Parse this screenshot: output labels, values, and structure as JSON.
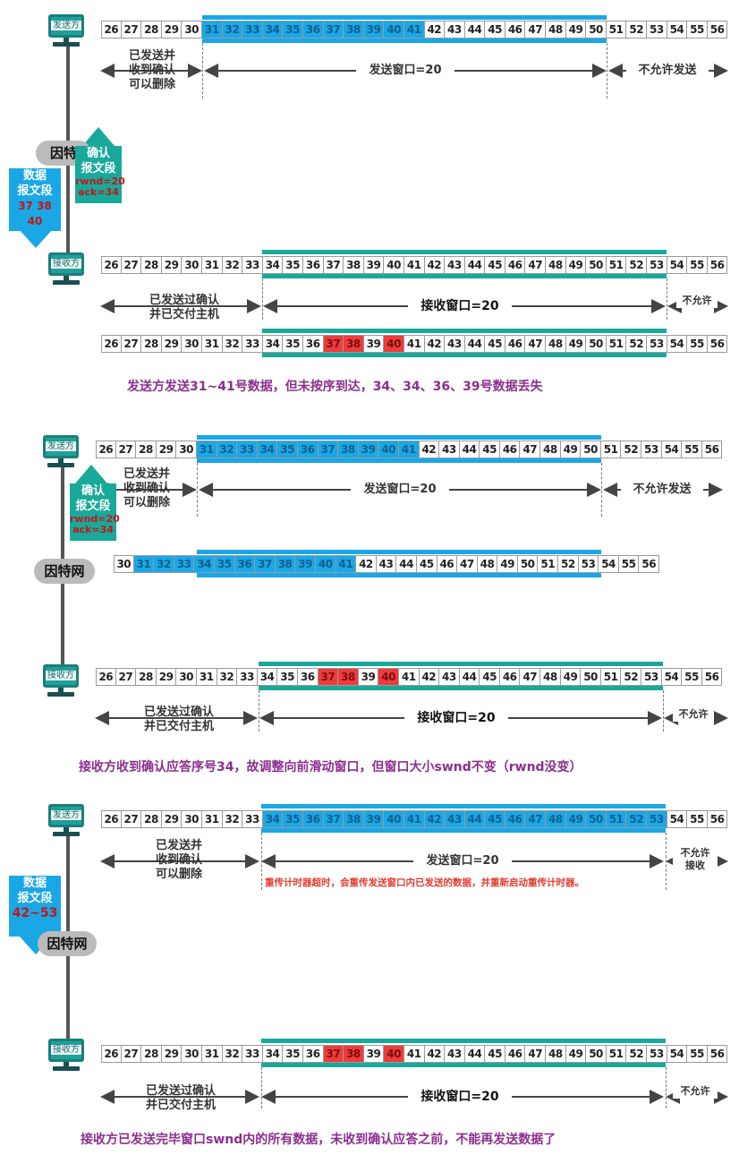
{
  "hosts": {
    "sender": "发送方",
    "receiver": "接收方"
  },
  "cloud": {
    "p1": "因特",
    "p2": "因特网",
    "p3": "因特网"
  },
  "packets": {
    "data_label": "数据\n报文段",
    "data_p1": "37 38 40",
    "data_p3": "42~53",
    "ack_label": "确认\n报文段",
    "ack_vals": "rwnd=20\nack=34"
  },
  "labels": {
    "sent_acked": "已发送并\n收到确认\n可以删除",
    "send_window": "发送窗口=20",
    "not_allowed_send": "不允许发送",
    "recv_delivered": "已发送过确认\n并已交付主机",
    "recv_window": "接收窗口=20",
    "not_allowed": "不允许",
    "not_allowed_recv": "不允许\n接收",
    "retransmit_note": "重传计时器超时，会重传发送窗口内已发送的数据，并重新启动重传计时器。"
  },
  "captions": {
    "c1": "发送方发送31~41号数据，但未按序到达，34、34、36、39号数据丢失",
    "c2": "接收方收到确认应答序号34，故调整向前滑动窗口，但窗口大小swnd不变（rwnd没变）",
    "c3": "接收方已发送完毕窗口swnd内的所有数据，未收到确认应答之前，不能再发送数据了"
  },
  "colors": {
    "blue": "#1aa7e6",
    "teal": "#19a99a",
    "red": "#ef3b3b",
    "caption": "#8b2f8f"
  },
  "strips": {
    "s1": {
      "start": 26,
      "end": 56,
      "blue": [
        31,
        41
      ],
      "red": []
    },
    "r1a": {
      "start": 26,
      "end": 56,
      "blue": [],
      "red": []
    },
    "r1b": {
      "start": 26,
      "end": 56,
      "blue": [],
      "red": [
        37,
        38,
        40
      ]
    },
    "s2": {
      "start": 26,
      "end": 56,
      "blue": [
        31,
        41
      ],
      "red": []
    },
    "m2": {
      "start": 30,
      "end": 56,
      "blue": [
        31,
        41
      ],
      "red": []
    },
    "r2": {
      "start": 26,
      "end": 56,
      "blue": [],
      "red": [
        37,
        38,
        40
      ]
    },
    "s3": {
      "start": 26,
      "end": 56,
      "blue": [
        34,
        53
      ],
      "red": []
    },
    "r3": {
      "start": 26,
      "end": 56,
      "blue": [],
      "red": [
        37,
        38,
        40
      ]
    }
  }
}
